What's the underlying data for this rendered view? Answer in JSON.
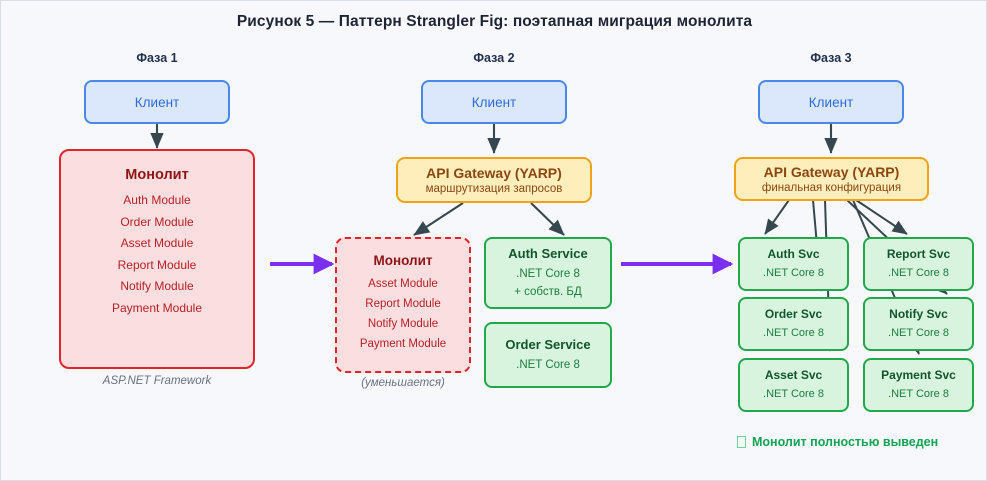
{
  "figure": {
    "title": "Рисунок 5 — Паттерн Strangler Fig: поэтапная миграция монолита",
    "background_color": "#f7f8fc"
  },
  "colors": {
    "client_fill": "#dbe8fb",
    "client_border": "#4a88e8",
    "client_text": "#2f6bd8",
    "gateway_fill": "#fdeebc",
    "gateway_border": "#f0a21b",
    "gateway_text": "#8a4710",
    "monolith_fill": "#fbdedf",
    "monolith_border": "#e0252a",
    "monolith_title": "#8f1416",
    "monolith_module_text": "#b62026",
    "service_fill": "#d9f4de",
    "service_border": "#22a84a",
    "service_title": "#10562c",
    "service_text": "#1a7d3f",
    "arrow_dark": "#37474f",
    "transition_arrow": "#7b2ff2",
    "status_text": "#12a356",
    "caption_text": "#6a7180",
    "title_text": "#1d2433",
    "phase_label_text": "#22304d"
  },
  "phases": [
    {
      "label": "Фаза 1",
      "client": {
        "title": "Клиент"
      },
      "monolith": {
        "title": "Монолит",
        "modules": [
          "Auth Module",
          "Order Module",
          "Asset Module",
          "Report Module",
          "Notify Module",
          "Payment Module"
        ]
      },
      "caption": "ASP.NET Framework"
    },
    {
      "label": "Фаза 2",
      "client": {
        "title": "Клиент"
      },
      "gateway": {
        "title": "API Gateway (YARP)",
        "subtitle": "маршрутизация запросов"
      },
      "monolith": {
        "title": "Монолит",
        "modules": [
          "Asset Module",
          "Report Module",
          "Notify Module",
          "Payment Module"
        ]
      },
      "caption": "(уменьшается)",
      "services": [
        {
          "title": "Auth Service",
          "lines": [
            ".NET Core 8",
            "+ собств. БД"
          ]
        },
        {
          "title": "Order Service",
          "lines": [
            ".NET Core 8"
          ]
        }
      ]
    },
    {
      "label": "Фаза 3",
      "client": {
        "title": "Клиент"
      },
      "gateway": {
        "title": "API Gateway (YARP)",
        "subtitle": "финальная конфигурация"
      },
      "services": [
        {
          "title": "Auth Svc",
          "lines": [
            ".NET Core 8"
          ]
        },
        {
          "title": "Report Svc",
          "lines": [
            ".NET Core 8"
          ]
        },
        {
          "title": "Order Svc",
          "lines": [
            ".NET Core 8"
          ]
        },
        {
          "title": "Notify Svc",
          "lines": [
            ".NET Core 8"
          ]
        },
        {
          "title": "Asset Svc",
          "lines": [
            ".NET Core 8"
          ]
        },
        {
          "title": "Payment Svc",
          "lines": [
            ".NET Core 8"
          ]
        }
      ],
      "status_note": "Монолит полностью выведен",
      "status_icon": "missing-glyph-box"
    }
  ]
}
